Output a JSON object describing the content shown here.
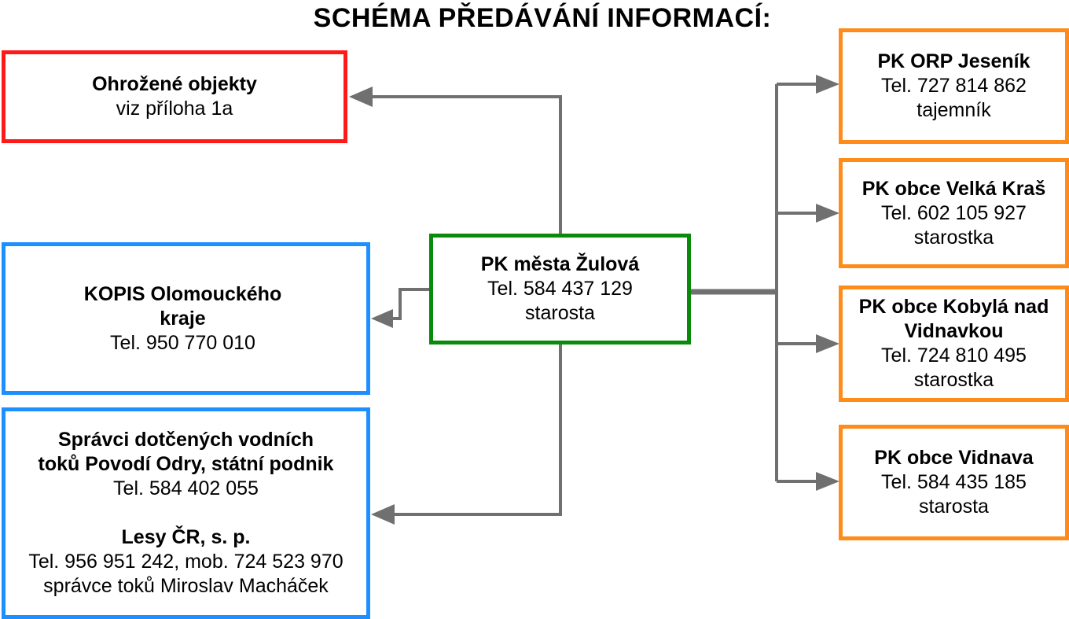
{
  "title": "SCHÉMA PŘEDÁVÁNÍ INFORMACÍ:",
  "colors": {
    "red": "#ff1a1a",
    "blue": "#1e8fff",
    "green": "#0a8a0a",
    "orange": "#ff8c1a",
    "arrow": "#707070"
  },
  "center": {
    "name": "PK města Žulová",
    "tel": "Tel. 584 437 129",
    "role": "starosta"
  },
  "left": {
    "ohrozene": {
      "name": "Ohrožené objekty",
      "note": "viz příloha 1a"
    },
    "kopis": {
      "name_line1": "KOPIS Olomouckého",
      "name_line2": "kraje",
      "tel": "Tel. 950 770 010"
    },
    "spravci": {
      "name_line1": "Správci dotčených vodních",
      "name_line2": "toků Povodí Odry, státní podnik",
      "tel": "Tel. 584 402 055",
      "lesy_name": "Lesy ČR, s. p.",
      "lesy_tel": "Tel. 956 951 242, mob. 724 523 970",
      "lesy_role": "správce toků Miroslav Macháček"
    }
  },
  "right": [
    {
      "name": "PK ORP Jeseník",
      "tel": "Tel. 727 814 862",
      "role": "tajemník"
    },
    {
      "name": "PK obce Velká Kraš",
      "tel": "Tel. 602 105 927",
      "role": "starostka"
    },
    {
      "name_line1": "PK obce Kobylá nad",
      "name_line2": "Vidnavkou",
      "tel": "Tel. 724 810 495",
      "role": "starostka"
    },
    {
      "name": "PK obce Vidnava",
      "tel": "Tel. 584 435 185",
      "role": "starosta"
    }
  ]
}
